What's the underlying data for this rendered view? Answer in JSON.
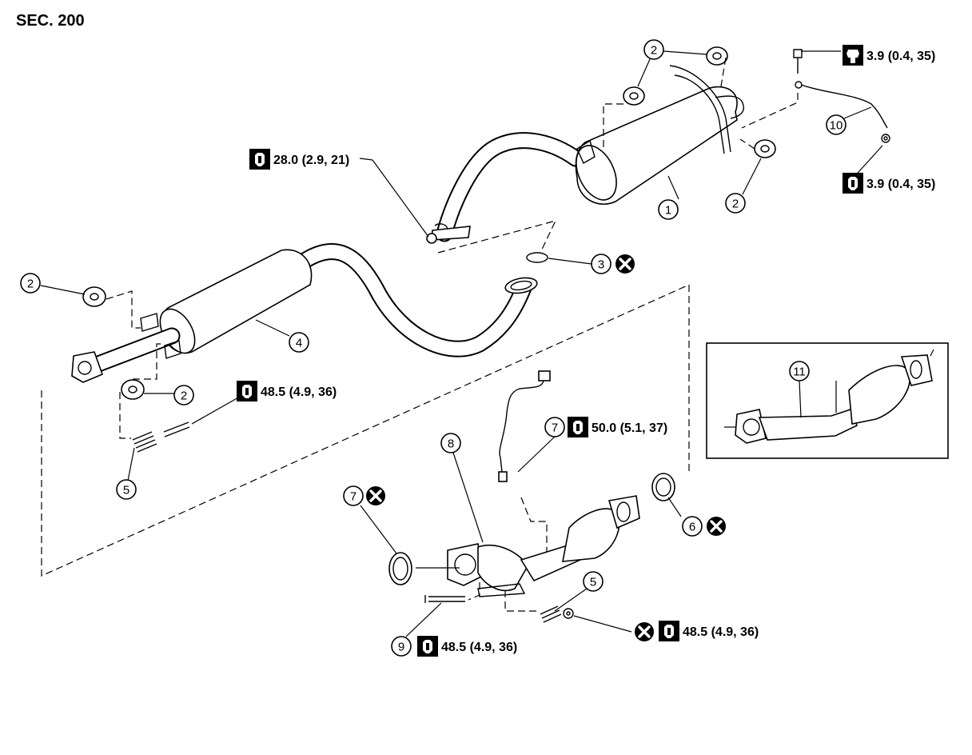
{
  "title": "SEC. 200",
  "callouts": [
    {
      "id": "c1",
      "label": "1"
    },
    {
      "id": "c2a",
      "label": "2"
    },
    {
      "id": "c2b",
      "label": "2"
    },
    {
      "id": "c2c",
      "label": "2"
    },
    {
      "id": "c2d",
      "label": "2"
    },
    {
      "id": "c3",
      "label": "3"
    },
    {
      "id": "c4",
      "label": "4"
    },
    {
      "id": "c5a",
      "label": "5"
    },
    {
      "id": "c5b",
      "label": "5"
    },
    {
      "id": "c6",
      "label": "6"
    },
    {
      "id": "c7a",
      "label": "7"
    },
    {
      "id": "c7b",
      "label": "7"
    },
    {
      "id": "c8",
      "label": "8"
    },
    {
      "id": "c9",
      "label": "9"
    },
    {
      "id": "c10",
      "label": "10"
    },
    {
      "id": "c11",
      "label": "11"
    }
  ],
  "torques": [
    {
      "id": "t1",
      "label": "28.0 (2.9, 21)",
      "icon": "nut-icon"
    },
    {
      "id": "t2",
      "label": "3.9 (0.4, 35)",
      "icon": "bolt-icon"
    },
    {
      "id": "t3",
      "label": "3.9 (0.4, 35)",
      "icon": "nut-icon"
    },
    {
      "id": "t4",
      "label": "48.5 (4.9, 36)",
      "icon": "nut-icon"
    },
    {
      "id": "t5",
      "label": "50.0 (5.1, 37)",
      "icon": "nut-icon"
    },
    {
      "id": "t6",
      "label": "48.5 (4.9, 36)",
      "icon": "nut-icon"
    },
    {
      "id": "t7",
      "label": "48.5 (4.9, 36)",
      "icon": "nut-icon"
    }
  ],
  "replace_markers": [
    "c3",
    "c6",
    "c7b",
    "t7"
  ],
  "colors": {
    "line": "#000000",
    "background": "#ffffff"
  }
}
